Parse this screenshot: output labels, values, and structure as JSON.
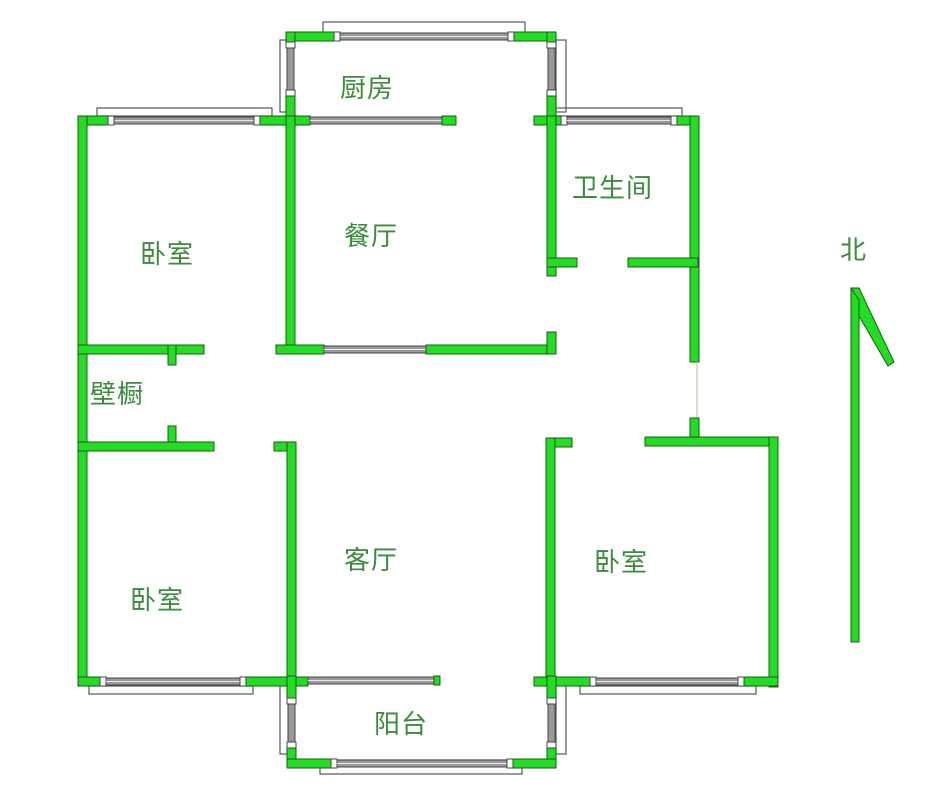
{
  "diagram": {
    "type": "floor-plan",
    "colors": {
      "wall": "#22dd22",
      "wall_outline": "#1a5a1a",
      "window_frame": "#555555",
      "window_fill": "#9a9a9a",
      "label": "#3c8a3c",
      "background": "#ffffff"
    },
    "rooms": [
      {
        "id": "kitchen",
        "label": "厨房"
      },
      {
        "id": "dining",
        "label": "餐厅"
      },
      {
        "id": "bathroom",
        "label": "卫生间"
      },
      {
        "id": "bedroom-nw",
        "label": "卧室"
      },
      {
        "id": "closet",
        "label": "壁橱"
      },
      {
        "id": "bedroom-sw",
        "label": "卧室"
      },
      {
        "id": "living",
        "label": "客厅"
      },
      {
        "id": "bedroom-se",
        "label": "卧室"
      },
      {
        "id": "balcony",
        "label": "阳台"
      }
    ],
    "compass": {
      "label": "北",
      "direction": "north"
    }
  }
}
